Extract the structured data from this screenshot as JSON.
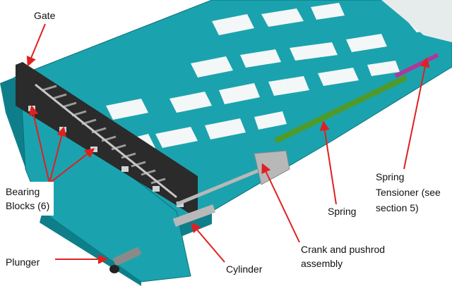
{
  "labels": {
    "gate": "Gate",
    "bearing_line1": "Bearing",
    "bearing_line2": "Blocks (6)",
    "plunger": "Plunger",
    "cylinder": "Cylinder",
    "crank_line1": "Crank and pushrod",
    "crank_line2": "assembly",
    "spring": "Spring",
    "tensioner_line1": "Spring",
    "tensioner_line2": "Tensioner (see",
    "tensioner_line3": "section 5)"
  },
  "colors": {
    "frame": "#1aa3ae",
    "frame_dark": "#0e7f8a",
    "frame_light": "#4cc4cc",
    "gate": "#2b2b2b",
    "spring": "#4f9a2a",
    "tensioner": "#b0379a",
    "arrow": "#e02020",
    "metal": "#b8b8b8",
    "floor": "#ffffff"
  }
}
